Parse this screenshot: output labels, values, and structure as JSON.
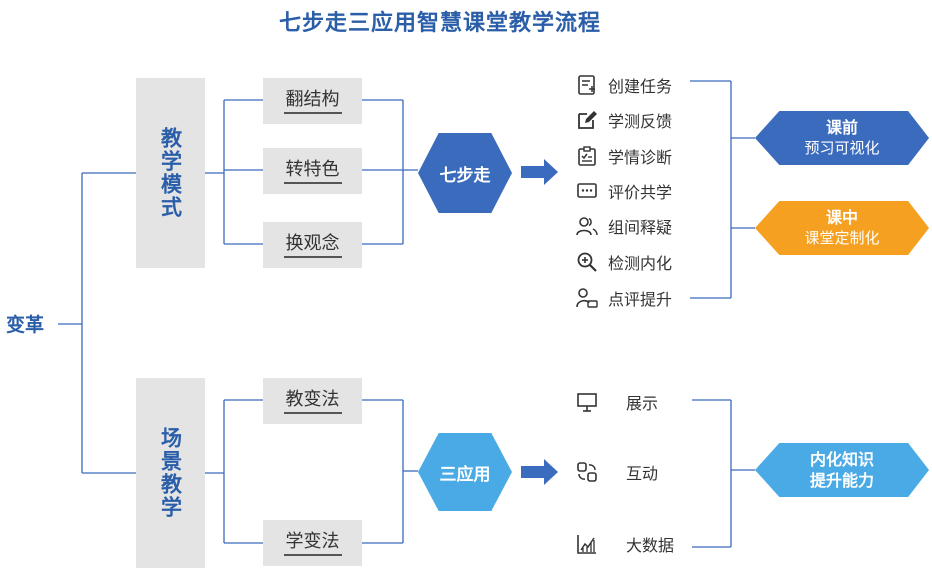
{
  "title": "七步走三应用智慧课堂教学流程",
  "root": "变革",
  "colors": {
    "blue": "#3a6bbd",
    "light_blue": "#4aaae6",
    "orange": "#f5a020",
    "gray_box": "#e4e4e4",
    "line": "#3a6bbd"
  },
  "teaching_mode": {
    "label": "教学模式",
    "items": [
      "翻结构",
      "转特色",
      "换观念"
    ],
    "hub": "七步走",
    "steps": [
      {
        "icon": "create-task-icon",
        "label": "创建任务"
      },
      {
        "icon": "edit-icon",
        "label": "学测反馈"
      },
      {
        "icon": "clipboard-check-icon",
        "label": "学情诊断"
      },
      {
        "icon": "chat-dots-icon",
        "label": "评价共学"
      },
      {
        "icon": "group-icon",
        "label": "组间释疑"
      },
      {
        "icon": "search-plus-icon",
        "label": "检测内化"
      },
      {
        "icon": "person-comment-icon",
        "label": "点评提升"
      }
    ],
    "outcomes": [
      {
        "title": "课前",
        "subtitle": "预习可视化"
      },
      {
        "title": "课中",
        "subtitle": "课堂定制化"
      }
    ]
  },
  "scene_teaching": {
    "label": "场景教学",
    "items": [
      "教变法",
      "学变法"
    ],
    "hub": "三应用",
    "apps": [
      {
        "icon": "presentation-icon",
        "label": "展示"
      },
      {
        "icon": "interaction-icon",
        "label": "互动"
      },
      {
        "icon": "bigdata-chart-icon",
        "label": "大数据"
      }
    ],
    "outcome": {
      "line1": "内化知识",
      "line2": "提升能力"
    }
  }
}
